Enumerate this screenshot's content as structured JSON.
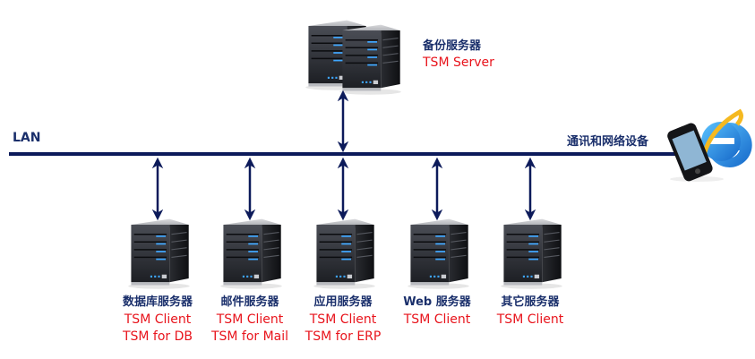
{
  "lan": {
    "label": "LAN"
  },
  "network_device": {
    "label": "通讯和网络设备",
    "icons": [
      "mobile-phone-icon",
      "internet-explorer-icon"
    ]
  },
  "backup_server": {
    "name": "备份服务器",
    "lines": [
      "TSM Server"
    ],
    "icon": "server-pair-icon"
  },
  "servers": [
    {
      "name": "数据库服务器",
      "lines": [
        "TSM Client",
        "TSM for DB"
      ],
      "icon": "server-icon"
    },
    {
      "name": "邮件服务器",
      "lines": [
        "TSM Client",
        "TSM for Mail"
      ],
      "icon": "server-icon"
    },
    {
      "name": "应用服务器",
      "lines": [
        "TSM Client",
        "TSM for ERP"
      ],
      "icon": "server-icon"
    },
    {
      "name": "Web 服务器",
      "lines": [
        "TSM Client"
      ],
      "icon": "server-icon"
    },
    {
      "name": "其它服务器",
      "lines": [
        "TSM Client"
      ],
      "icon": "server-icon"
    }
  ],
  "colors": {
    "line": "#0c1a5a",
    "label": "#1a2f6b",
    "tsm": "#e8141c"
  }
}
